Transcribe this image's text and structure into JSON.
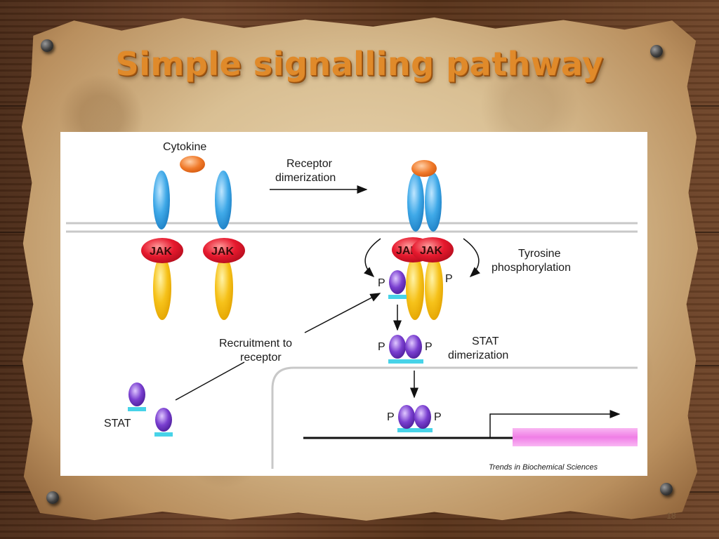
{
  "slide": {
    "title": "Simple signalling pathway",
    "page_number": "18"
  },
  "diagram": {
    "cytokine_label": "Cytokine",
    "receptor_dimerization": [
      "Receptor",
      "dimerization"
    ],
    "jak_label": "JAK",
    "tyrosine_phosphorylation": [
      "Tyrosine",
      "phosphorylation"
    ],
    "phospho_label": "P",
    "recruitment_to_receptor": [
      "Recruitment to",
      "receptor"
    ],
    "stat_dimerization": [
      "STAT",
      "dimerization"
    ],
    "stat_label": "STAT",
    "source_credit": "Trends in Biochemical Sciences"
  },
  "colors": {
    "title": "#e08a2a",
    "receptor_extracellular": "#3fa9e8",
    "receptor_intracellular": "#f6c21a",
    "jak": "#e6192e",
    "cytokine": "#f07a2a",
    "stat": "#7a3fd0",
    "stat_base": "#47d3e8",
    "gene": "#f07ee6",
    "membrane": "#c8c8c8"
  }
}
